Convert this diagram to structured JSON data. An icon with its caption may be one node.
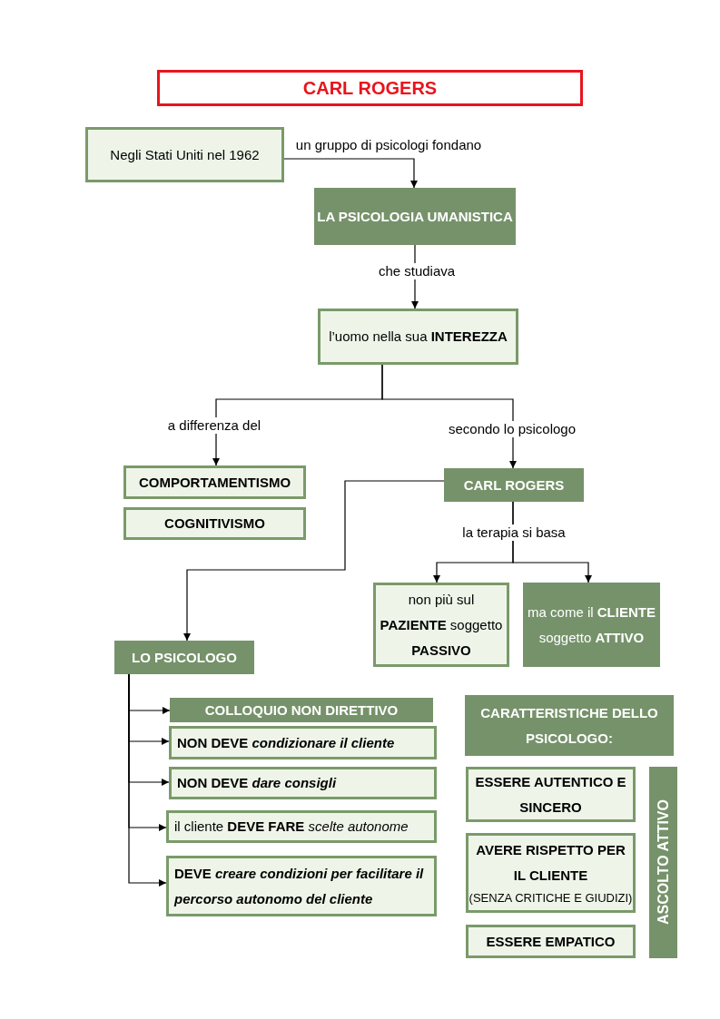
{
  "diagram": {
    "title": "CARL ROGERS",
    "nodes": [
      {
        "text": [
          "Negli Stati Uniti nel 1962"
        ]
      },
      {
        "text": [
          "LA PSICOLOGIA UMANISTICA"
        ]
      },
      {
        "text": [
          "l’uomo nella sua **INTEREZZA**"
        ]
      },
      {
        "text": [
          "COMPORTAMENTISMO"
        ]
      },
      {
        "text": [
          "COGNITIVISMO"
        ]
      },
      {
        "text": [
          "CARL ROGERS"
        ]
      },
      {
        "text": [
          "non più sul **PAZIENTE** soggetto **PASSIVO**"
        ]
      },
      {
        "text": [
          "ma come il **CLIENTE** soggetto **ATTIVO**"
        ]
      },
      {
        "text": [
          "LO PSICOLOGO"
        ]
      },
      {
        "text": [
          "COLLOQUIO NON DIRETTIVO"
        ]
      },
      {
        "text": [
          "**NON DEVE** *condizionare il cliente*"
        ]
      },
      {
        "text": [
          "**NON DEVE** *dare consigli*"
        ]
      },
      {
        "text": [
          "il cliente **DEVE FARE** *scelte autonome*"
        ]
      },
      {
        "text": [
          "**DEVE** *creare condizioni per facilitare il percorso autonomo del cliente*"
        ]
      },
      {
        "text": [
          "CARATTERISTICHE DELLO PSICOLOGO:"
        ]
      },
      {
        "text": [
          "ESSERE AUTENTICO E SINCERO"
        ]
      },
      {
        "text": [
          "AVERE RISPETTO PER IL CLIENTE",
          "(SENZA CRITICHE E GIUDIZI)"
        ]
      },
      {
        "text": [
          "ESSERE EMPATICO"
        ]
      },
      {
        "text": [
          "ASCOLTO ATTIVO"
        ]
      }
    ],
    "edges": [
      {
        "from": 0,
        "to": 1,
        "arrow": "to",
        "label": "un gruppo di psicologi fondano"
      },
      {
        "from": 1,
        "to": 2,
        "arrow": "to",
        "label": "che studiava"
      },
      {
        "from": 2,
        "to": 3,
        "arrow": "to",
        "label": "a differenza del"
      },
      {
        "from": 2,
        "to": 5,
        "arrow": "to",
        "label": "secondo lo psicologo"
      },
      {
        "from": 5,
        "to": 6,
        "arrow": "to",
        "label": "la terapia si basa"
      },
      {
        "from": 5,
        "to": 7,
        "arrow": "to"
      },
      {
        "from": 5,
        "to": 8,
        "arrow": "to"
      },
      {
        "from": 8,
        "to": 9,
        "arrow": "to"
      },
      {
        "from": 8,
        "to": 10,
        "arrow": "to"
      },
      {
        "from": 8,
        "to": 11,
        "arrow": "to"
      },
      {
        "from": 8,
        "to": 12,
        "arrow": "to"
      },
      {
        "from": 8,
        "to": 13,
        "arrow": "to"
      }
    ]
  }
}
